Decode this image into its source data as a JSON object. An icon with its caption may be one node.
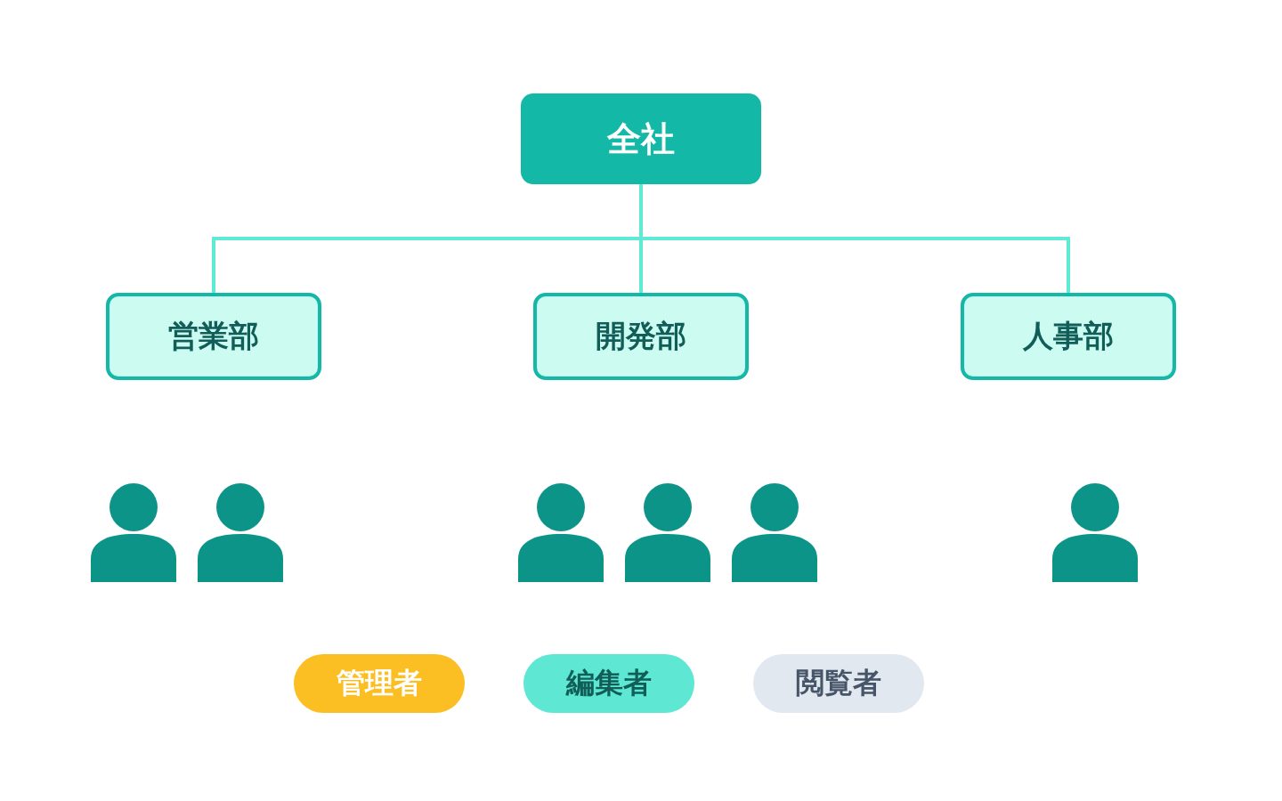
{
  "diagram": {
    "nodes": [
      {
        "text": [
          "全社"
        ]
      },
      {
        "text": [
          "営業部"
        ]
      },
      {
        "text": [
          "開発部"
        ]
      },
      {
        "text": [
          "人事部"
        ]
      },
      {
        "text": [],
        "shape": "person"
      },
      {
        "text": [],
        "shape": "person"
      },
      {
        "text": [],
        "shape": "person"
      },
      {
        "text": [],
        "shape": "person"
      },
      {
        "text": [],
        "shape": "person"
      },
      {
        "text": [],
        "shape": "person"
      },
      {
        "text": [
          "管理者"
        ]
      },
      {
        "text": [
          "編集者"
        ]
      },
      {
        "text": [
          "閲覧者"
        ]
      }
    ],
    "edges": [
      {
        "from": 0,
        "to": 1,
        "arrow": "none"
      },
      {
        "from": 0,
        "to": 2,
        "arrow": "none"
      },
      {
        "from": 0,
        "to": 3,
        "arrow": "none"
      }
    ]
  }
}
